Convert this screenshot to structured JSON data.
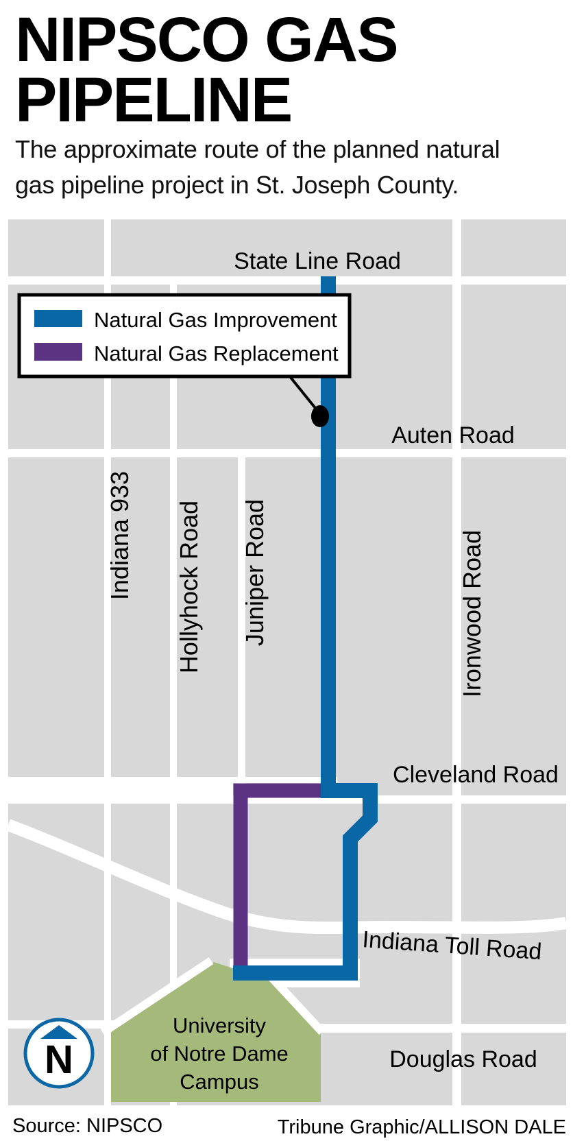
{
  "title": {
    "line1": "NIPSCO GAS",
    "line2": "PIPELINE"
  },
  "subtitle": {
    "line1": "The approximate route of the planned natural",
    "line2": "gas pipeline project in St. Joseph County."
  },
  "legend": {
    "items": [
      {
        "label": "Natural Gas Improvement",
        "color": "#0a67a6"
      },
      {
        "label": "Natural Gas Replacement",
        "color": "#5c3383"
      }
    ]
  },
  "map": {
    "roads": {
      "state_line": "State Line Road",
      "auten": "Auten Road",
      "indiana_933": "Indiana 933",
      "hollyhock": "Hollyhock Road",
      "juniper": "Juniper Road",
      "ironwood": "Ironwood Road",
      "cleveland": "Cleveland Road",
      "toll": "Indiana Toll Road",
      "douglas": "Douglas Road"
    },
    "campus_label": {
      "line1": "University",
      "line2": "of Notre Dame",
      "line3": "Campus"
    },
    "north_letter": "N",
    "colors": {
      "improvement": "#0a67a6",
      "replacement": "#5c3383",
      "block": "#d8d8d8",
      "campus": "#a5ba7a",
      "north": "#0a67a6"
    }
  },
  "footer": {
    "source": "Source: NIPSCO",
    "credit": "Tribune Graphic/ALLISON DALE"
  }
}
